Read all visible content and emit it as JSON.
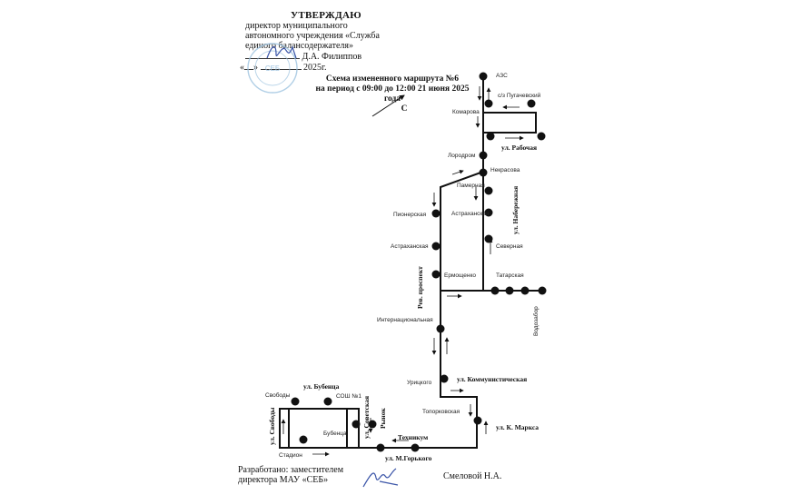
{
  "approval": {
    "title": "УТВЕРЖДАЮ",
    "line1": "директор муниципального",
    "line2": "автономного учреждения «Служба",
    "line3": "единого балансодержателя»",
    "line4": "Д.А. Филиппов",
    "line5": "2025г."
  },
  "stamp_text": "СЕБ",
  "caption": {
    "line1": "Схема измененного маршрута №6",
    "line2": "на период с 09:00 до 12:00 21 июня 2025 года",
    "north": "С"
  },
  "stops": {
    "azs": "АЗС",
    "pugachevsky": "с/з Пугачевский",
    "komarova": "Комарова",
    "lorodrom": "Лородром",
    "nekrasova": "Некрасова",
    "pamernaya": "Памерная",
    "pionerskaya": "Пионерская",
    "astrakhanskaya_left": "Астраханская",
    "astrakhanskaya_right": "Астраханская",
    "severnaya": "Северная",
    "ermoshchenko": "Ермощенко",
    "tatarskaya": "Татарская",
    "vodozabor": "Водозабор",
    "internatsionalnaya": "Интернациональная",
    "uritskogo": "Урицкого",
    "toporkovskaya": "Топорковская",
    "svobody": "Свободы",
    "sosh1": "СОШ №1",
    "bubentsa": "Бубенца",
    "stadion": "Стадион"
  },
  "streets": {
    "rabochaya": "ул. Рабочая",
    "naberezhnaya": "ул. Набережная",
    "rev_prospekt": "Рев. проспект",
    "kommunisticheskaya": "ул. Коммунистическая",
    "k_marksa": "ул. К. Маркса",
    "tekhnikum": "Техникум",
    "m_gorkogo": "ул. М.Горького",
    "bubentsa": "ул. Бубенца",
    "svobody": "ул. Свободы",
    "sovetskaya": "ул. Советская",
    "rynok": "Рынок"
  },
  "footer": {
    "line1": "Разработано: заместителем",
    "line2": "директора МАУ «СЕБ»",
    "signer": "Смеловой Н.А."
  },
  "colors": {
    "ink": "#111111",
    "stamp": "#9ec3e0",
    "signature": "#3b55a8"
  }
}
